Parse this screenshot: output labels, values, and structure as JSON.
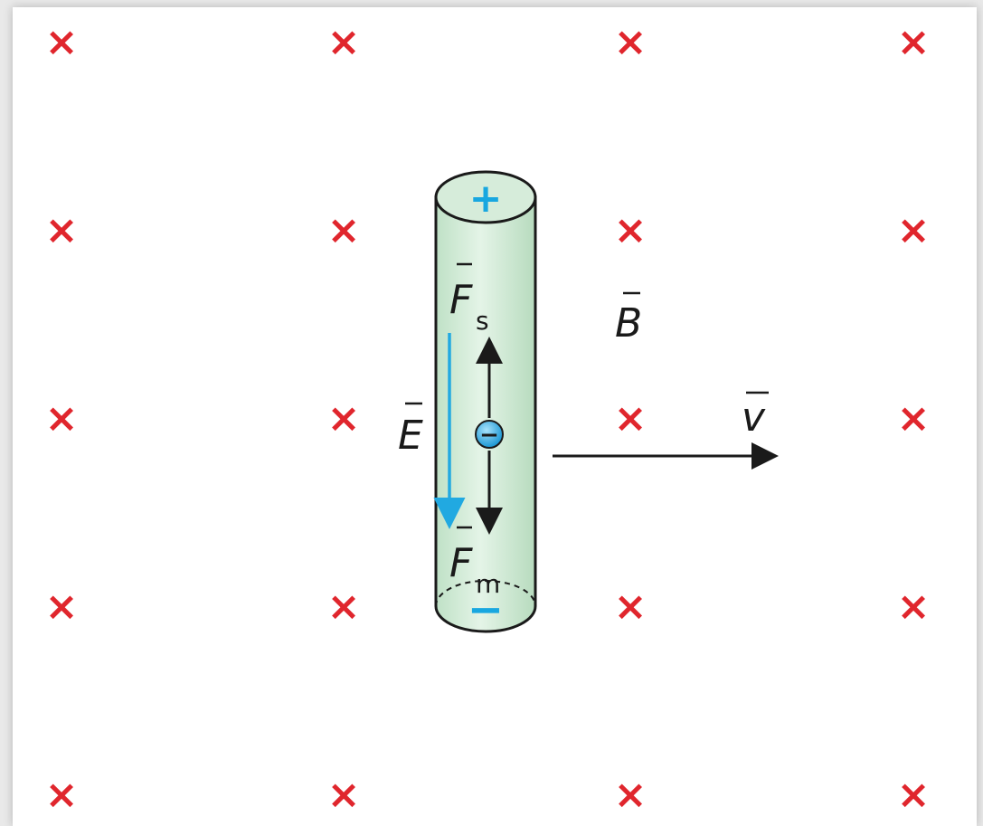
{
  "colors": {
    "cross": "#e0262d",
    "rod_fill": "#cfe8d4",
    "rod_stroke": "#1a1a1a",
    "charge_plus": "#18a7e0",
    "charge_minus": "#18a7e0",
    "e_arrow": "#21a9e1",
    "force_arrow": "#1a1a1a",
    "electron": "#3aa9dd"
  },
  "field": {
    "symbol": "×",
    "icon": "cross-mark-icon",
    "direction": "into-page",
    "rows": 5,
    "cols": 4
  },
  "labels": {
    "b_field": "B",
    "e_field": "E",
    "velocity": "v",
    "force_s": "F",
    "force_s_sub": "s",
    "force_m": "F",
    "force_m_sub": "m",
    "rod_top": "+",
    "rod_bottom": "−",
    "electron": "−"
  }
}
